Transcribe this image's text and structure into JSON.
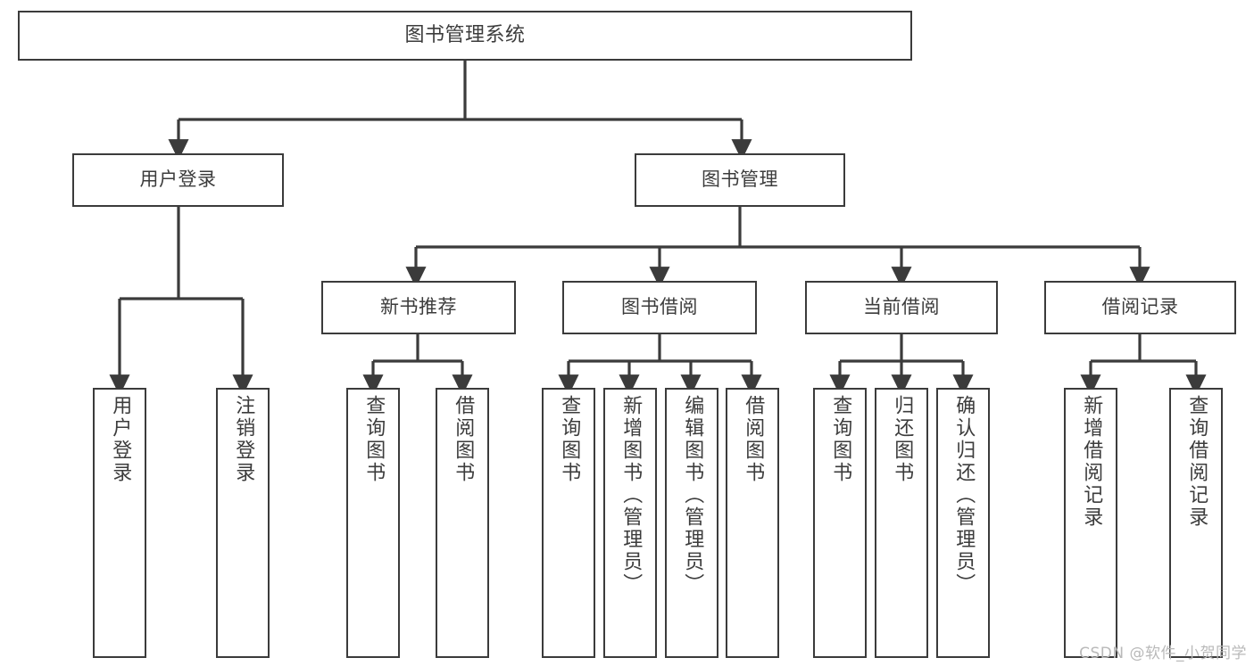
{
  "diagram": {
    "title": "图书管理系统",
    "type": "tree-hierarchy-diagram",
    "stroke_color": "#3b3b3b",
    "text_color": "#3c3c3c",
    "background_color": "#ffffff",
    "watermark": "CSDN @软件_小贺同学"
  },
  "nodes": {
    "root": {
      "label": "图书管理系统"
    },
    "level2": [
      {
        "label": "用户登录"
      },
      {
        "label": "图书管理"
      }
    ],
    "level3": [
      {
        "label": "新书推荐"
      },
      {
        "label": "图书借阅"
      },
      {
        "label": "当前借阅"
      },
      {
        "label": "借阅记录"
      }
    ],
    "leaves": {
      "user_login": [
        {
          "label": "用户登录"
        },
        {
          "label": "注销登录"
        }
      ],
      "new_book_recommend": [
        {
          "label": "查询图书"
        },
        {
          "label": "借阅图书"
        }
      ],
      "book_borrow": [
        {
          "label": "查询图书"
        },
        {
          "label": "新增图书（管理员）"
        },
        {
          "label": "编辑图书（管理员）"
        },
        {
          "label": "借阅图书"
        }
      ],
      "current_borrow": [
        {
          "label": "查询图书"
        },
        {
          "label": "归还图书"
        },
        {
          "label": "确认归还（管理员）"
        }
      ],
      "borrow_record": [
        {
          "label": "新增借阅记录"
        },
        {
          "label": "查询借阅记录"
        }
      ]
    }
  }
}
